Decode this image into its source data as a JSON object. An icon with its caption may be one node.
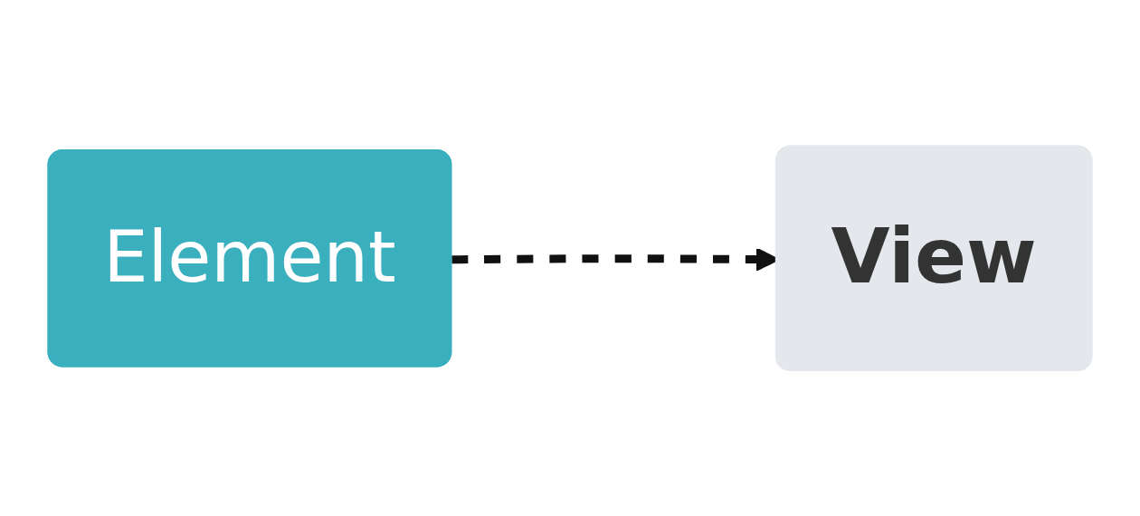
{
  "diagram": {
    "nodes": [
      {
        "text": [
          "View"
        ]
      },
      {
        "text": [
          "Element"
        ]
      }
    ],
    "edges": [
      {
        "from": 1,
        "to": 0,
        "arrow": "to",
        "style": "dashed"
      }
    ]
  }
}
